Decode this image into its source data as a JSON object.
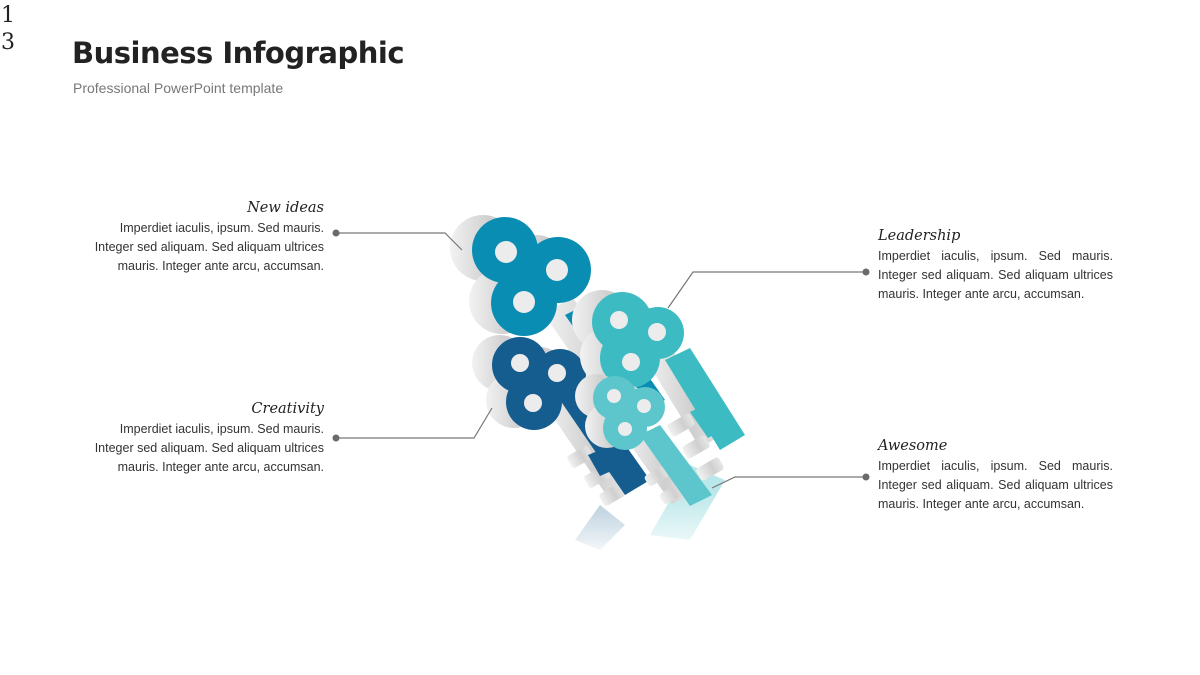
{
  "page_number": "1\n3",
  "title": "Business Infographic",
  "subtitle": "Professional PowerPoint template",
  "items": [
    {
      "heading": "New ideas",
      "text": "Imperdiet iaculis, ipsum. Sed mauris. Integer sed aliquam. Sed aliquam ultrices mauris. Integer ante arcu, accumsan."
    },
    {
      "heading": "Creativity",
      "text": "Imperdiet iaculis, ipsum. Sed mauris. Integer sed aliquam. Sed aliquam ultrices mauris. Integer ante arcu, accumsan."
    },
    {
      "heading": "Leadership",
      "text": "Imperdiet iaculis, ipsum. Sed mauris. Integer sed aliquam. Sed aliquam ultrices mauris. Integer ante arcu, accumsan."
    },
    {
      "heading": "Awesome",
      "text": "Imperdiet iaculis, ipsum. Sed mauris. Integer sed aliquam. Sed aliquam ultrices mauris. Integer ante arcu, accumsan."
    }
  ],
  "colors": {
    "teal_blue": "#0a8db3",
    "navy_blue": "#155d8f",
    "turquoise": "#3dbbc3",
    "light_turquoise": "#5cc6cc",
    "connector": "#777777"
  }
}
